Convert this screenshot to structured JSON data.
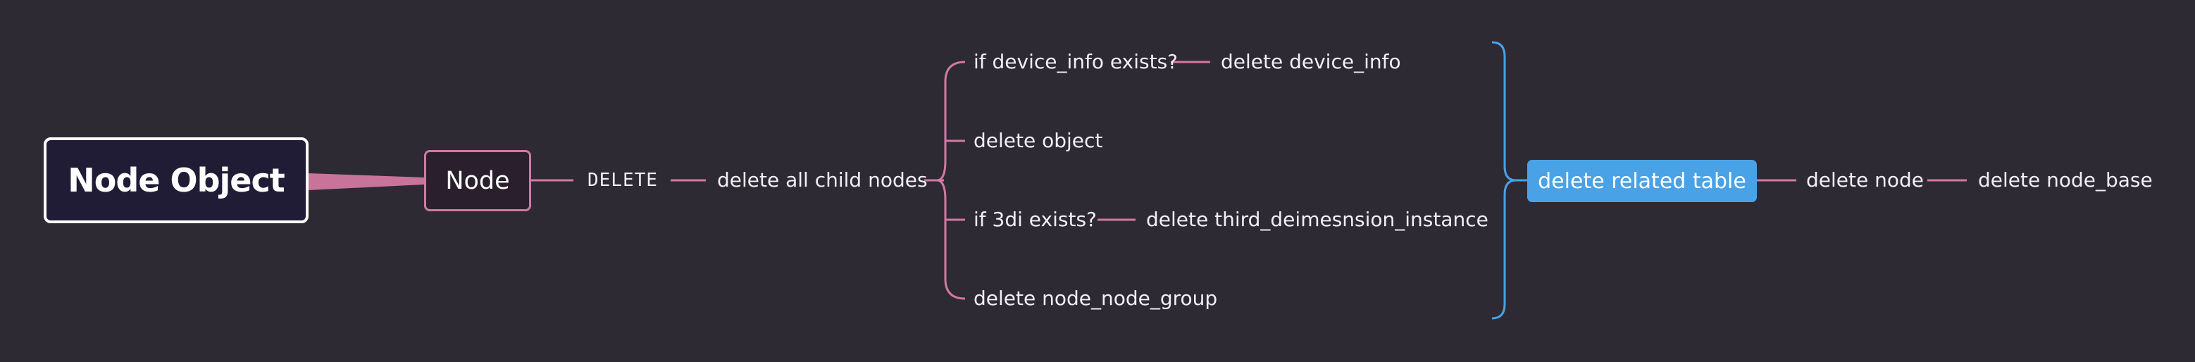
{
  "diagram": {
    "root": "Node Object",
    "main_topic": "Node",
    "action": "DELETE",
    "step_1": "delete all child nodes",
    "branches": [
      {
        "label": "if device_info exists?",
        "child": "delete device_info"
      },
      {
        "label": "delete object"
      },
      {
        "label": "if 3di exists?",
        "child": "delete third_deimesnsion_instance"
      },
      {
        "label": "delete node_node_group"
      }
    ],
    "summary": "delete related table",
    "after": [
      "delete node",
      "delete node_base"
    ]
  },
  "colors": {
    "background": "#2d2a33",
    "connector_pink": "#d278a4",
    "connector_blue": "#4aa2e6",
    "root_fill": "#211c36"
  }
}
